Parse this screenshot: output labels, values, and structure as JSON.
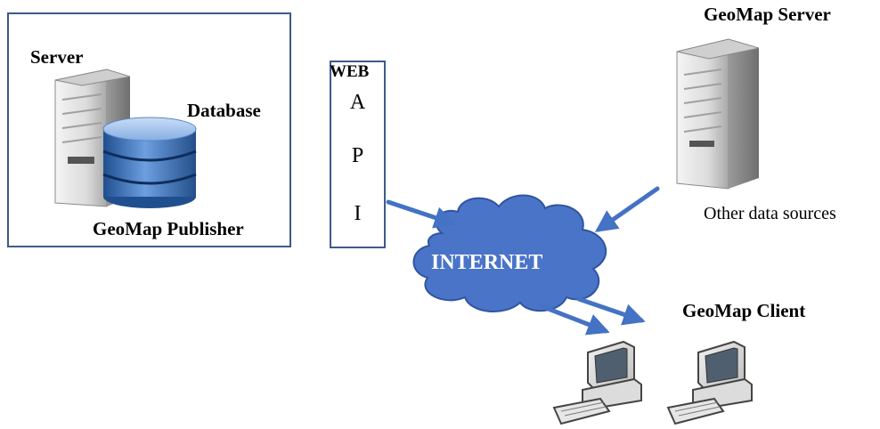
{
  "publisher": {
    "server_label": "Server",
    "database_label": "Database",
    "publisher_label": "GeoMap Publisher"
  },
  "web_api": {
    "web_label": "WEB",
    "letters": [
      "A",
      "P",
      "I"
    ]
  },
  "internet": {
    "label": "INTERNET"
  },
  "geomap_server": {
    "title": "GeoMap Server",
    "caption": "Other data sources"
  },
  "client": {
    "title": "GeoMap Client"
  },
  "colors": {
    "border": "#3e5a8a",
    "arrow": "#4472c4",
    "cloud_fill": "#4a74c8",
    "cloud_text": "#ffffff",
    "server_body": "#e6e6e6",
    "database_blue": "#3c6fb6"
  },
  "icons": [
    "server-tower-icon",
    "database-icon",
    "cloud-icon",
    "arrow-icon",
    "desktop-computer-icon"
  ]
}
